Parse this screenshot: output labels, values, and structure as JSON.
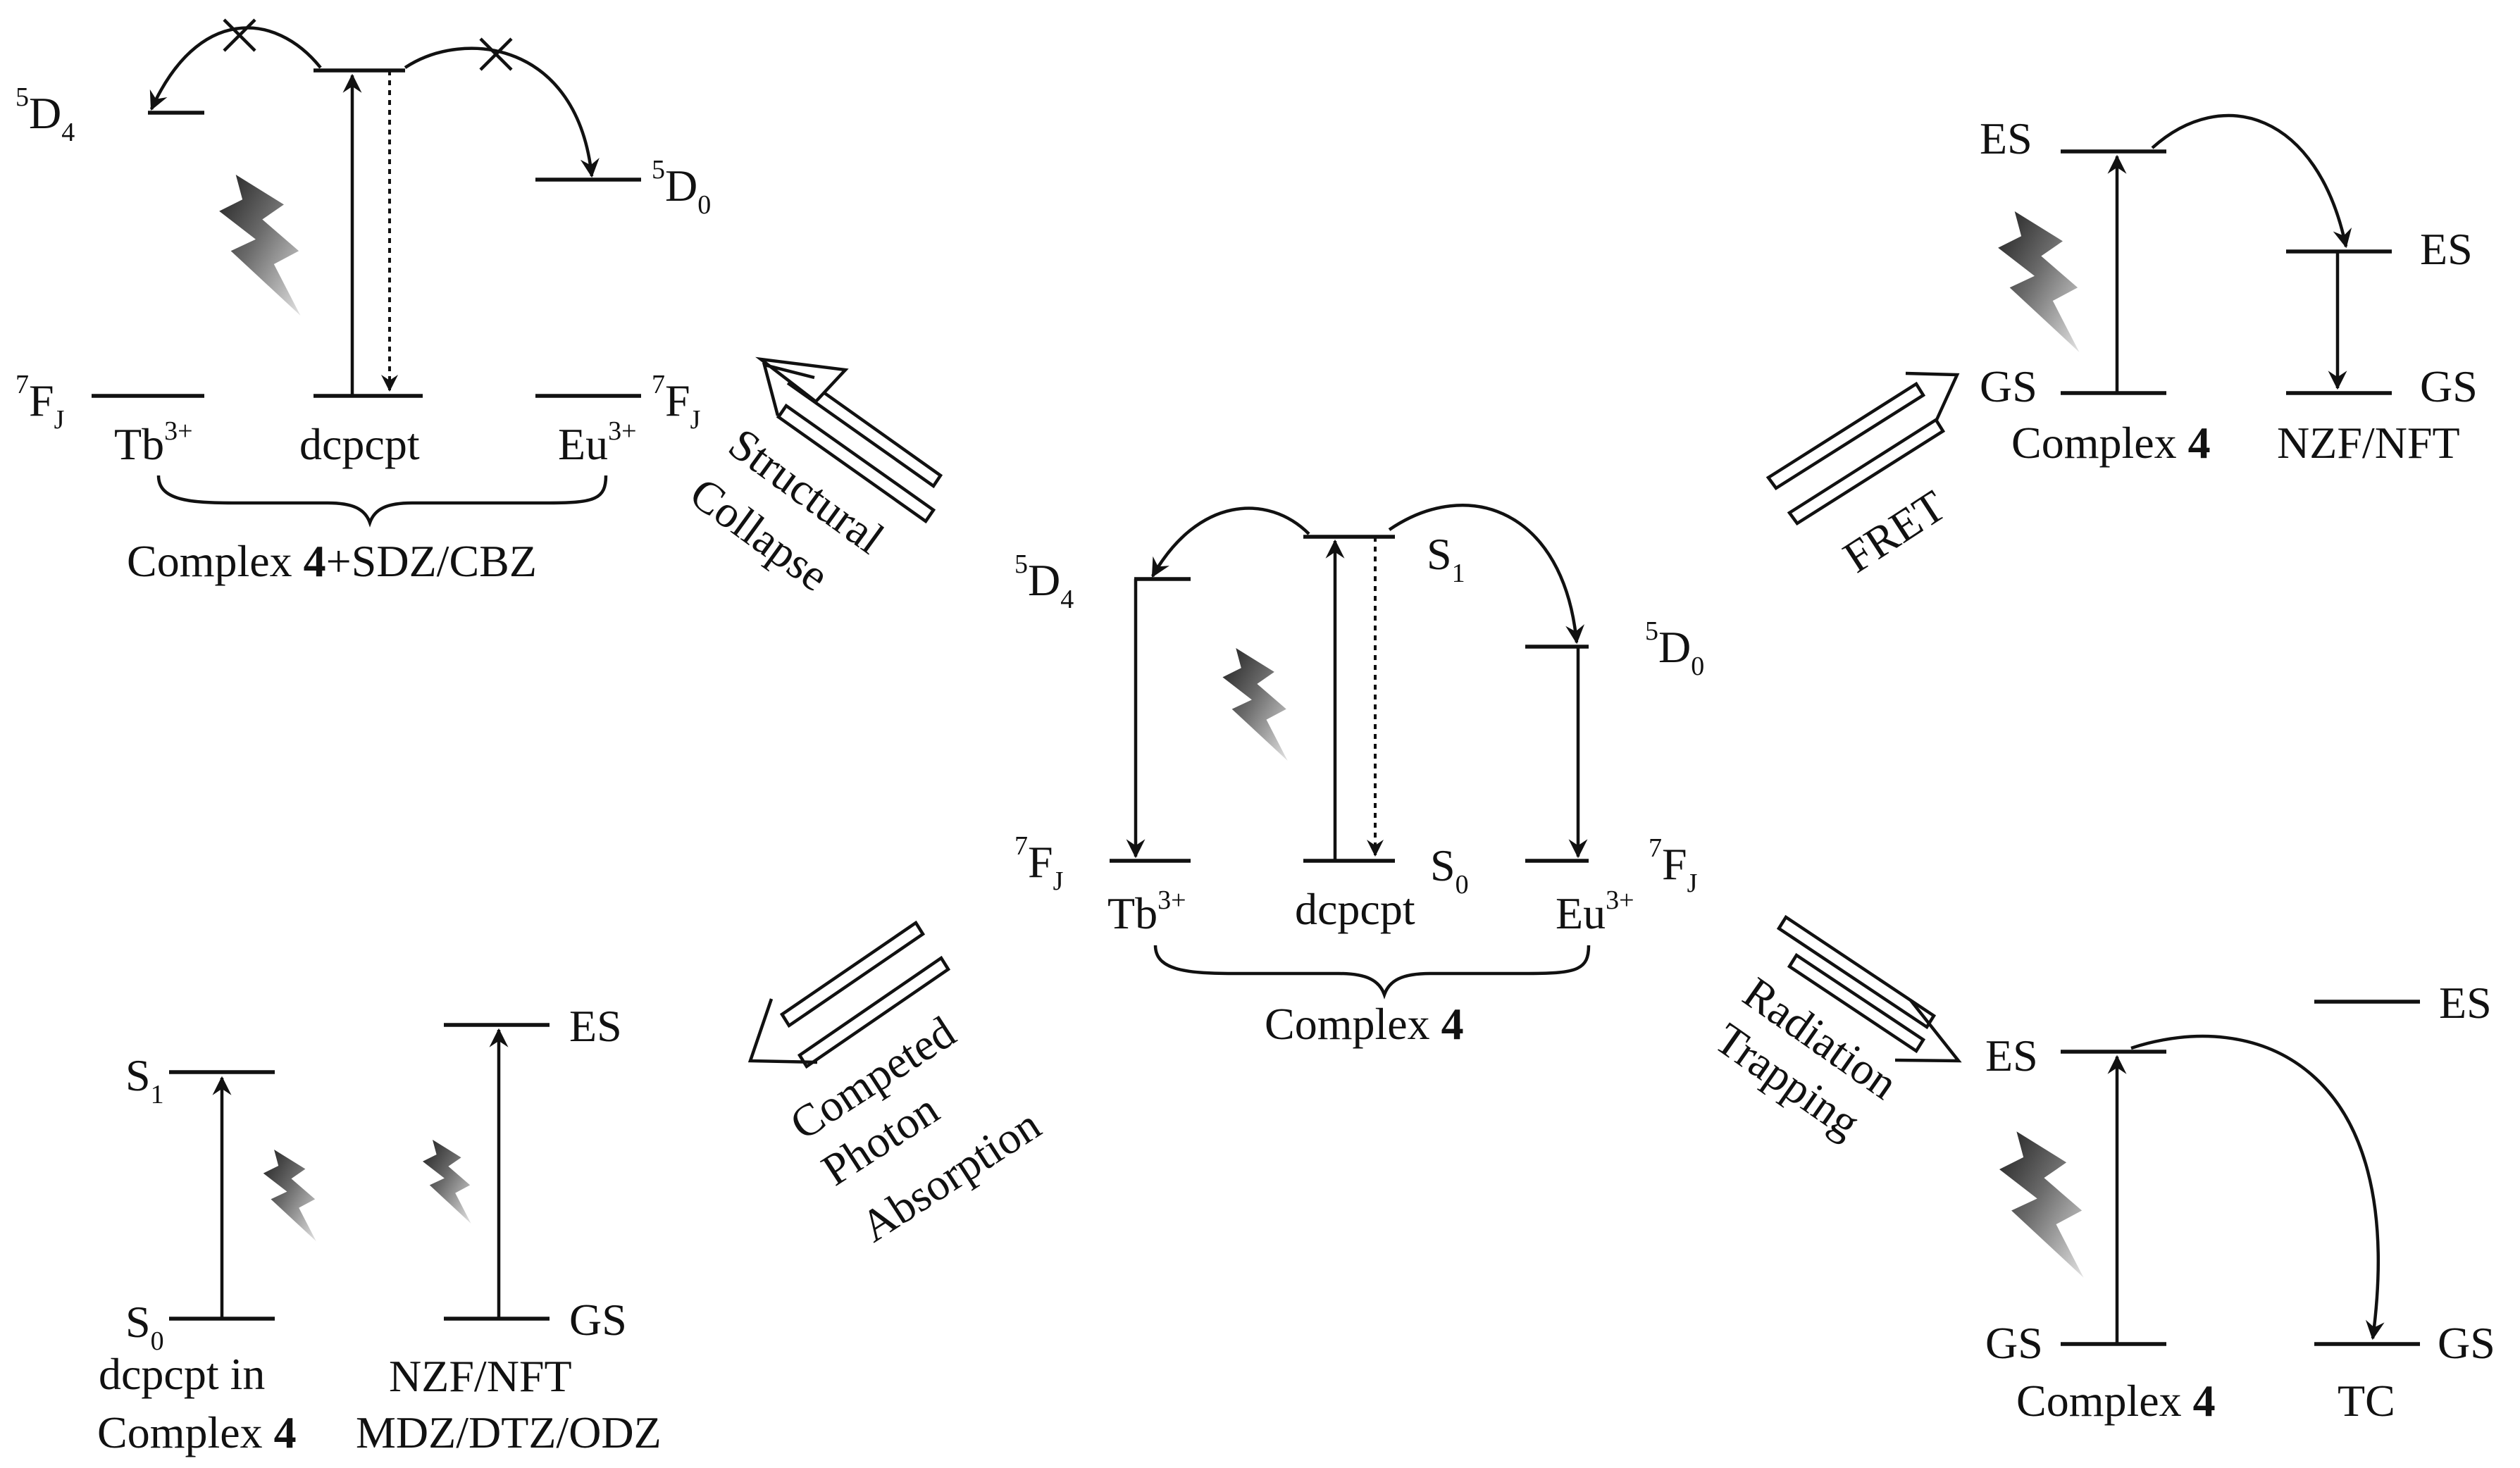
{
  "colors": {
    "ink": "#111111",
    "bolt_dark": "#2a2a2a",
    "bolt_light": "#d8d8d8"
  },
  "center": {
    "caption_text": "Complex ",
    "caption_num": "4",
    "d4": {
      "sup": "5",
      "main": "D",
      "sub": "4"
    },
    "d0": {
      "sup": "5",
      "main": "D",
      "sub": "0"
    },
    "fj_left": {
      "sup": "7",
      "main": "F",
      "sub": "J"
    },
    "fj_right": {
      "sup": "7",
      "main": "F",
      "sub": "J"
    },
    "s1": {
      "main": "S",
      "sub": "1"
    },
    "s0": {
      "main": "S",
      "sub": "0"
    },
    "tb": {
      "main": "Tb",
      "sup": "3+"
    },
    "eu": {
      "main": "Eu",
      "sup": "3+"
    },
    "ligand": "dcpcpt"
  },
  "top_left": {
    "caption_text": "Complex ",
    "caption_num": "4",
    "caption_rest": "+SDZ/CBZ",
    "d4": {
      "sup": "5",
      "main": "D",
      "sub": "4"
    },
    "d0": {
      "sup": "5",
      "main": "D",
      "sub": "0"
    },
    "fj_left": {
      "sup": "7",
      "main": "F",
      "sub": "J"
    },
    "fj_right": {
      "sup": "7",
      "main": "F",
      "sub": "J"
    },
    "tb": {
      "main": "Tb",
      "sup": "3+"
    },
    "eu": {
      "main": "Eu",
      "sup": "3+"
    },
    "ligand": "dcpcpt",
    "arrow_label": [
      "Structural",
      "Collapse"
    ]
  },
  "top_right": {
    "es_upper": "ES",
    "es_lower": "ES",
    "gs_left": "GS",
    "gs_right": "GS",
    "left_caption_text": "Complex ",
    "left_caption_num": "4",
    "right_caption": "NZF/NFT",
    "arrow_label": "FRET"
  },
  "bottom_left": {
    "s1": {
      "main": "S",
      "sub": "1"
    },
    "s0": {
      "main": "S",
      "sub": "0"
    },
    "es": "ES",
    "gs": "GS",
    "left_caption_line1": "dcpcpt in",
    "left_caption_line2_text": "Complex ",
    "left_caption_line2_num": "4",
    "right_caption_line1": "NZF/NFT",
    "right_caption_line2": "MDZ/DTZ/ODZ",
    "arrow_label": [
      "Competed",
      "Photon",
      "Absorption"
    ]
  },
  "bottom_right": {
    "es_left": "ES",
    "es_right": "ES",
    "gs_left": "GS",
    "gs_right": "GS",
    "left_caption_text": "Complex ",
    "left_caption_num": "4",
    "right_caption": "TC",
    "arrow_label": [
      "Radiation",
      "Trapping"
    ]
  }
}
